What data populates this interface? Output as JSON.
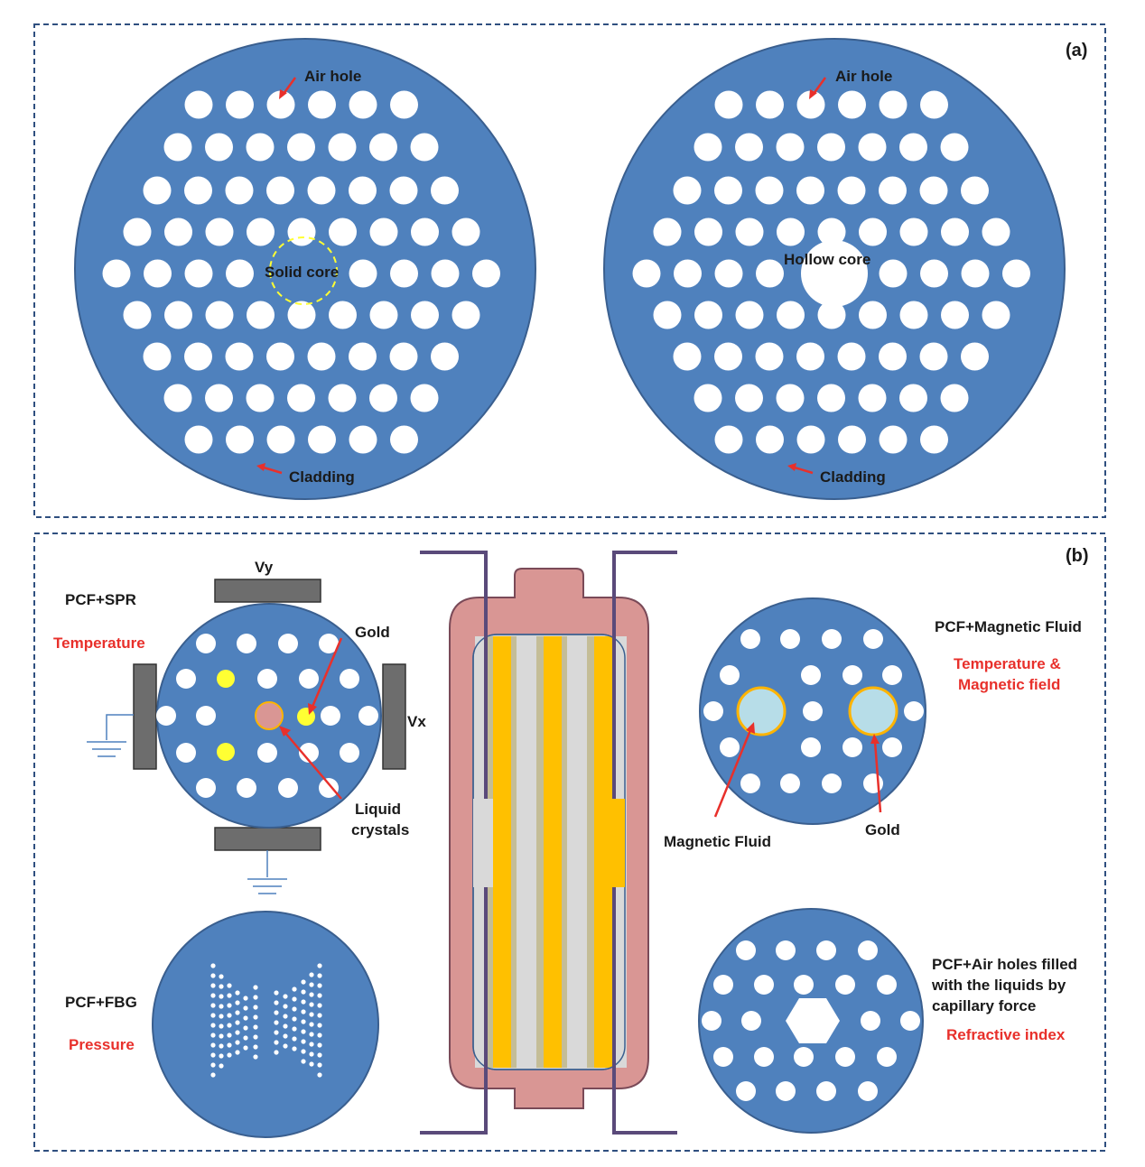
{
  "panel_a": {
    "tag": "(a)",
    "air_hole_label": "Air hole",
    "cladding_label": "Cladding",
    "solid_core_label": "Solid core",
    "hollow_core_label": "Hollow core"
  },
  "panel_b": {
    "tag": "(b)",
    "spr": {
      "title": "PCF+SPR",
      "measurand": "Temperature",
      "vy": "Vy",
      "vx": "Vx",
      "gold": "Gold",
      "lc_line1": "Liquid",
      "lc_line2": "crystals"
    },
    "fbg": {
      "title": "PCF+FBG",
      "measurand": "Pressure"
    },
    "mf": {
      "title": "PCF+Magnetic Fluid",
      "measurand_line1": "Temperature &",
      "measurand_line2": "Magnetic field",
      "fluid": "Magnetic Fluid",
      "gold": "Gold"
    },
    "cap": {
      "line1": "PCF+Air holes filled",
      "line2": "with the liquids by",
      "line3": "capillary force",
      "measurand": "Refractive index"
    }
  },
  "colors": {
    "fiber_blue": "#4f81bd",
    "fiber_outline": "#3a5f8f",
    "panel_border": "#2f4f7f",
    "label_red": "#e8302b",
    "electrode_gray": "#6d6d6d",
    "gold_yellow": "#ffff33",
    "liquid_crystal_pink": "#d99694",
    "magnetic_fluid": "#b7dde8",
    "gold_ring": "#ffb400",
    "housing_pink": "#d99694",
    "tube_purple": "#5a4a7a",
    "stripe_gold": "#ffc000",
    "stripe_gray": "#d9d9d9",
    "stripe_tan": "#c4bd97"
  }
}
